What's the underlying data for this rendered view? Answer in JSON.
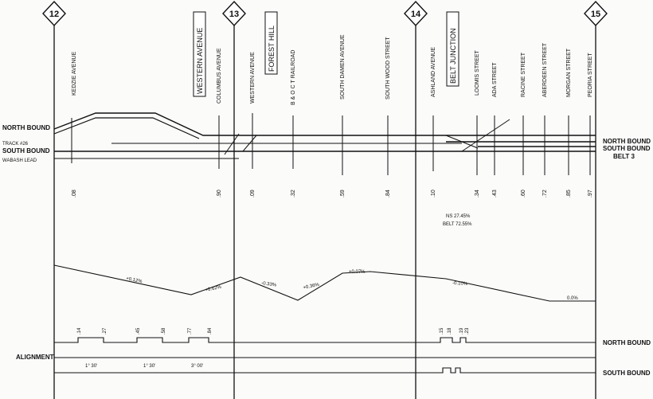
{
  "mileposts": [
    "12",
    "13",
    "14",
    "15"
  ],
  "boxed_labels": {
    "western_avenue": "WESTERN AVENUE",
    "forest_hill": "FOREST HILL",
    "belt_junction": "BELT JUNCTION"
  },
  "street_labels": [
    {
      "id": "kedzie",
      "text": "KEDZIE AVENUE",
      "mile": ".08"
    },
    {
      "id": "columbus",
      "text": "COLUMBUS AVENUE",
      "mile": ".90"
    },
    {
      "id": "western",
      "text": "WESTERN AVENUE",
      "mile": ".09"
    },
    {
      "id": "bo",
      "text": "B & O C T RAILROAD",
      "mile": ".32"
    },
    {
      "id": "damen",
      "text": "SOUTH DAMEN AVENUE",
      "mile": ".59"
    },
    {
      "id": "wood",
      "text": "SOUTH WOOD STREET",
      "mile": ".84"
    },
    {
      "id": "ashland",
      "text": "ASHLAND AVENUE",
      "mile": ".10"
    },
    {
      "id": "loomis",
      "text": "LOOMIS STREET",
      "mile": ".34"
    },
    {
      "id": "ada",
      "text": "ADA STREET",
      "mile": ".43"
    },
    {
      "id": "racine",
      "text": "RACINE STREET",
      "mile": ".60"
    },
    {
      "id": "aberdeen",
      "text": "ABERDEEN STREET",
      "mile": ".72"
    },
    {
      "id": "morgan",
      "text": "MORGAN STREET",
      "mile": ".85"
    },
    {
      "id": "peoria",
      "text": "PEORIA STREET",
      "mile": ".97"
    }
  ],
  "track_labels_left": {
    "north_bound": "NORTH BOUND",
    "track_26": "TRACK #26",
    "south_bound": "SOUTH BOUND",
    "wabash_lead": "WABASH LEAD"
  },
  "track_labels_right": {
    "north_bound": "NORTH BOUND",
    "south_bound": "SOUTH BOUND",
    "belt_3": "BELT 3"
  },
  "split": {
    "ns": "NS  27.45%",
    "belt": "BELT  72.55%"
  },
  "grades": [
    "+0.12%",
    "+0.62%",
    "-0.33%",
    "+0.36%",
    "+0.07%",
    "-0.10%",
    "0.0%"
  ],
  "alignment": {
    "title": "ALIGNMENT",
    "north_bound": "NORTH BOUND",
    "south_bound": "SOUTH BOUND",
    "curves": [
      "1° 30'",
      "1° 30'",
      "3° 00'"
    ],
    "ticks": [
      ".14",
      ".27",
      ".45",
      ".58",
      ".77",
      ".84",
      ".15",
      ".18",
      ".19",
      ".23"
    ]
  }
}
